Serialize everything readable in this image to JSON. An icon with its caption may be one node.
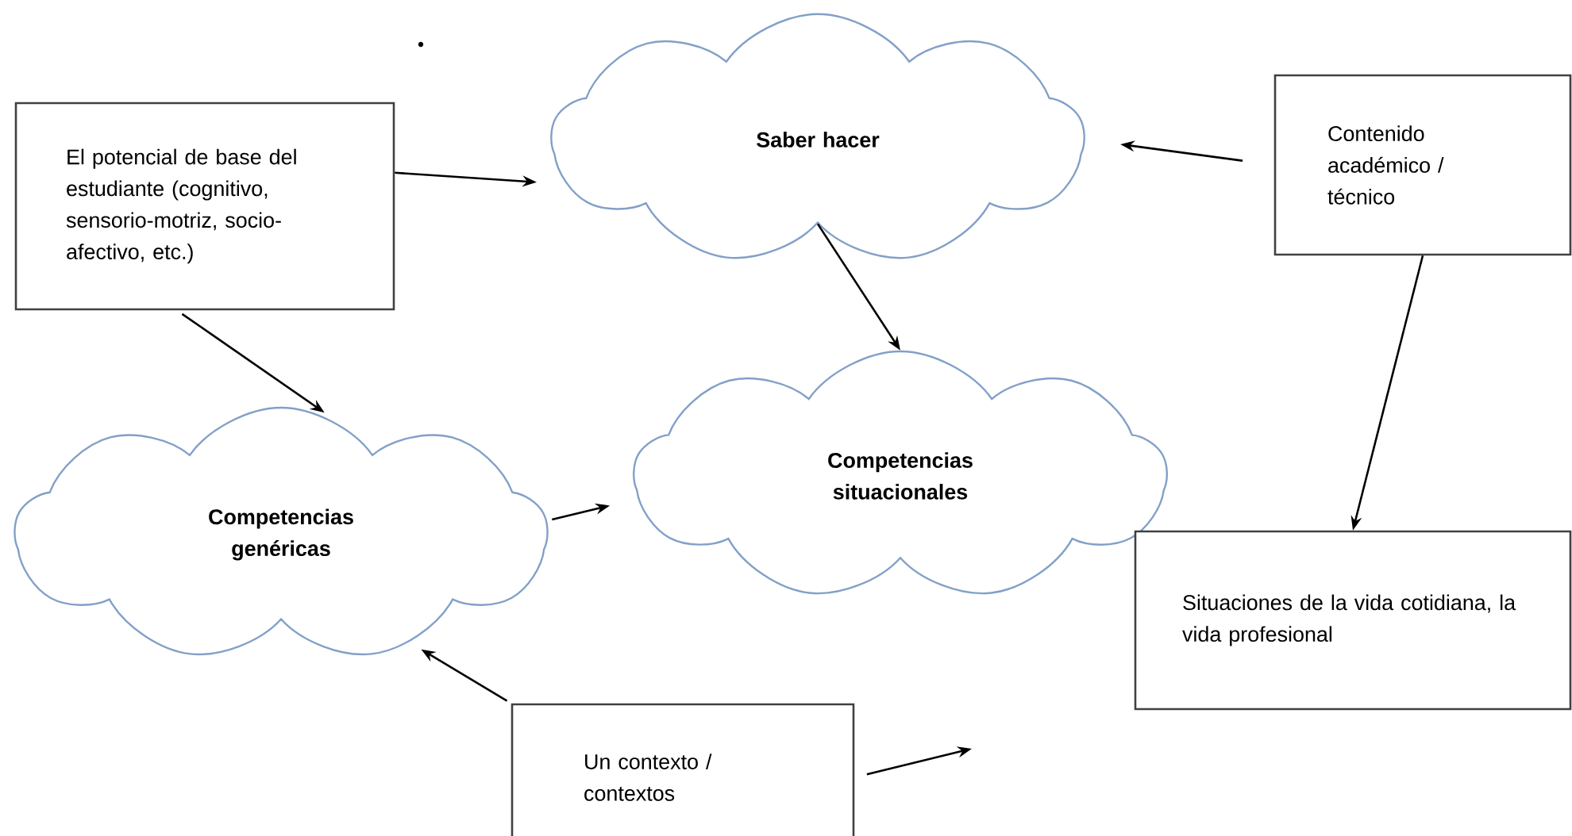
{
  "diagram": {
    "nodes": [
      {
        "text": [
          "El potencial de base del estudiante (cognitivo, sensorio-motriz, socio-afectivo, etc.)"
        ]
      },
      {
        "text": [
          "Saber hacer"
        ]
      },
      {
        "text": [
          "Contenido académico / técnico"
        ]
      },
      {
        "text": [
          "Competencias genéricas"
        ]
      },
      {
        "text": [
          "Competencias situacionales"
        ]
      },
      {
        "text": [
          "Situaciones de la vida cotidiana, la vida profesional"
        ]
      },
      {
        "text": [
          "Un contexto / contextos"
        ]
      }
    ],
    "edges": [
      {
        "from": 0,
        "to": 1,
        "arrow": "to"
      },
      {
        "from": 2,
        "to": 1,
        "arrow": "to"
      },
      {
        "from": 1,
        "to": 4,
        "arrow": "to"
      },
      {
        "from": 0,
        "to": 3,
        "arrow": "to"
      },
      {
        "from": 3,
        "to": 4,
        "arrow": "to"
      },
      {
        "from": 6,
        "to": 3,
        "arrow": "to"
      },
      {
        "from": 6,
        "to": null,
        "arrow": "to"
      },
      {
        "from": 2,
        "to": 5,
        "arrow": "to"
      }
    ]
  }
}
